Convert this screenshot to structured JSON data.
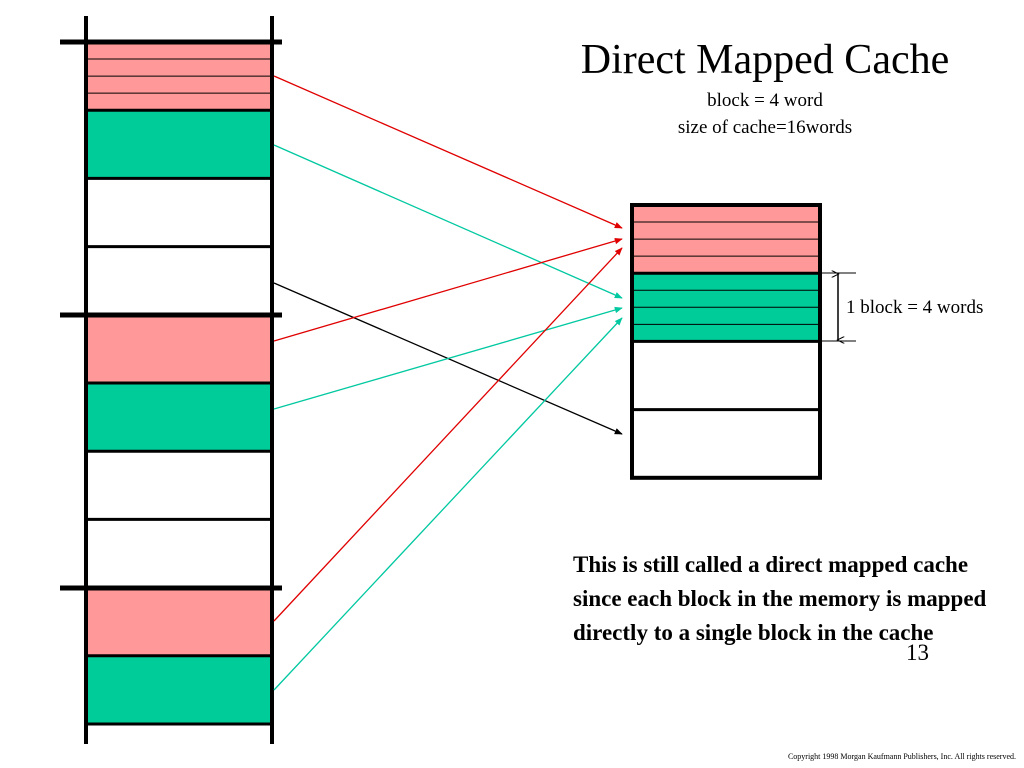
{
  "title": "Direct Mapped Cache",
  "subtitle_lines": [
    "block = 4 word",
    "size of cache=16words"
  ],
  "block_size_label": "1 block = 4 words",
  "note": "This is still called a direct mapped cache since each block in the memory is mapped directly to a single block in the cache",
  "page_number": "13",
  "copyright": "Copyright 1998 Morgan Kaufmann Publishers, Inc. All rights reserved.",
  "colors": {
    "red_block": "#ff9999",
    "green_block": "#00cc99",
    "red_arrow": "#e00000",
    "green_arrow": "#00c8a0",
    "black_arrow": "#000000"
  },
  "memory_blocks": [
    "red",
    "green",
    "white",
    "white",
    "red",
    "green",
    "white",
    "white",
    "red",
    "green"
  ],
  "cache_blocks": [
    "red",
    "green",
    "white",
    "white"
  ],
  "mappings": [
    {
      "from_memory_block": 0,
      "to_cache_block": 0,
      "color": "red"
    },
    {
      "from_memory_block": 1,
      "to_cache_block": 1,
      "color": "green"
    },
    {
      "from_memory_block": 3,
      "to_cache_block": 3,
      "color": "black"
    },
    {
      "from_memory_block": 4,
      "to_cache_block": 0,
      "color": "red"
    },
    {
      "from_memory_block": 5,
      "to_cache_block": 1,
      "color": "green"
    },
    {
      "from_memory_block": 8,
      "to_cache_block": 0,
      "color": "red"
    },
    {
      "from_memory_block": 9,
      "to_cache_block": 1,
      "color": "green"
    }
  ]
}
